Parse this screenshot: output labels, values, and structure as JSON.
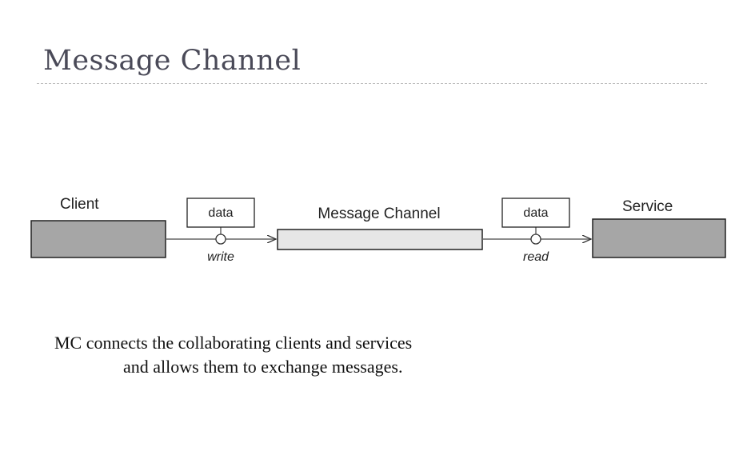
{
  "slide": {
    "title": "Message Channel"
  },
  "diagram": {
    "client_label": "Client",
    "service_label": "Service",
    "channel_label": "Message Channel",
    "write_data_label": "data",
    "read_data_label": "data",
    "write_label": "write",
    "read_label": "read"
  },
  "caption": {
    "line1": "MC connects the collaborating clients and services",
    "line2": "and allows them to exchange messages."
  }
}
